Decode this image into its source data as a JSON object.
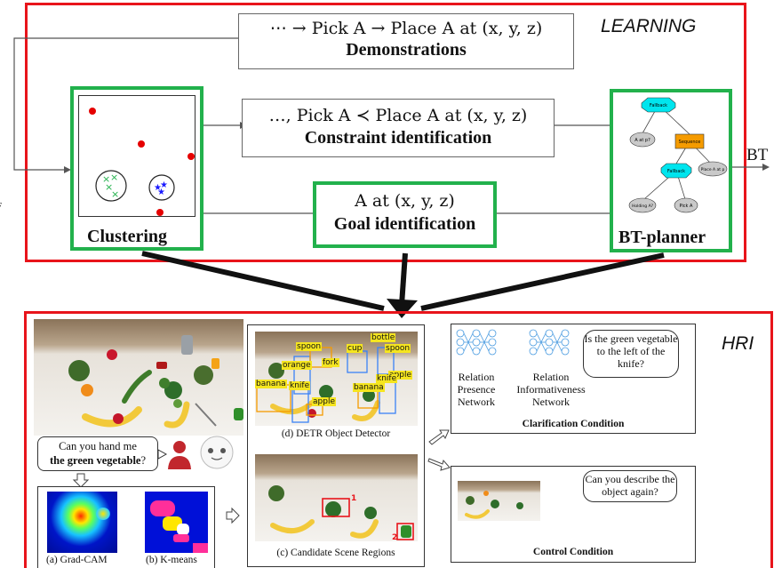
{
  "learning": {
    "label": "LEARNING",
    "demo_math": "⋯ → Pick A → Place A at (x, y, z)",
    "demo_title": "Demonstrations",
    "constraint_math": "…, Pick A ≺ Place A at (x, y, z)",
    "constraint_title": "Constraint identification",
    "goal_math": "A at (x, y, z)",
    "goal_title": "Goal identification",
    "clustering_label": "Clustering",
    "planner_label": "BT-planner",
    "output_label": "BT",
    "bt_nodes": [
      "Fallback",
      "A at p?",
      "Sequence",
      "Fallback",
      "Place A at p",
      "Holding A?",
      "Pick A"
    ]
  },
  "hri": {
    "label": "HRI",
    "request_text": "Can you hand me",
    "request_bold": "the green vegetable",
    "request_end": "?",
    "caption_a": "(a) Grad-CAM",
    "caption_b": "(b) K-means",
    "caption_c": "(c) Candidate Scene Regions",
    "caption_d": "(d) DETR Object Detector",
    "region_labels": [
      "1",
      "2"
    ],
    "detections": [
      "spoon",
      "cup",
      "bottle",
      "spoon",
      "orange",
      "fork",
      "knife",
      "apple",
      "banana",
      "knife",
      "banana",
      "apple"
    ],
    "clarify": {
      "question": "Is the green vegetable to the left of the knife?",
      "net1": "Relation Presence Network",
      "net2": "Relation Informativeness Network",
      "title": "Clarification Condition"
    },
    "control": {
      "question": "Can you describe the object again?",
      "title": "Control Condition"
    },
    "clipped_letter": "F"
  },
  "colors": {
    "red": "#e8141b",
    "green": "#22b14c",
    "cyan": "#00e5ee",
    "orange": "#f59b00"
  }
}
